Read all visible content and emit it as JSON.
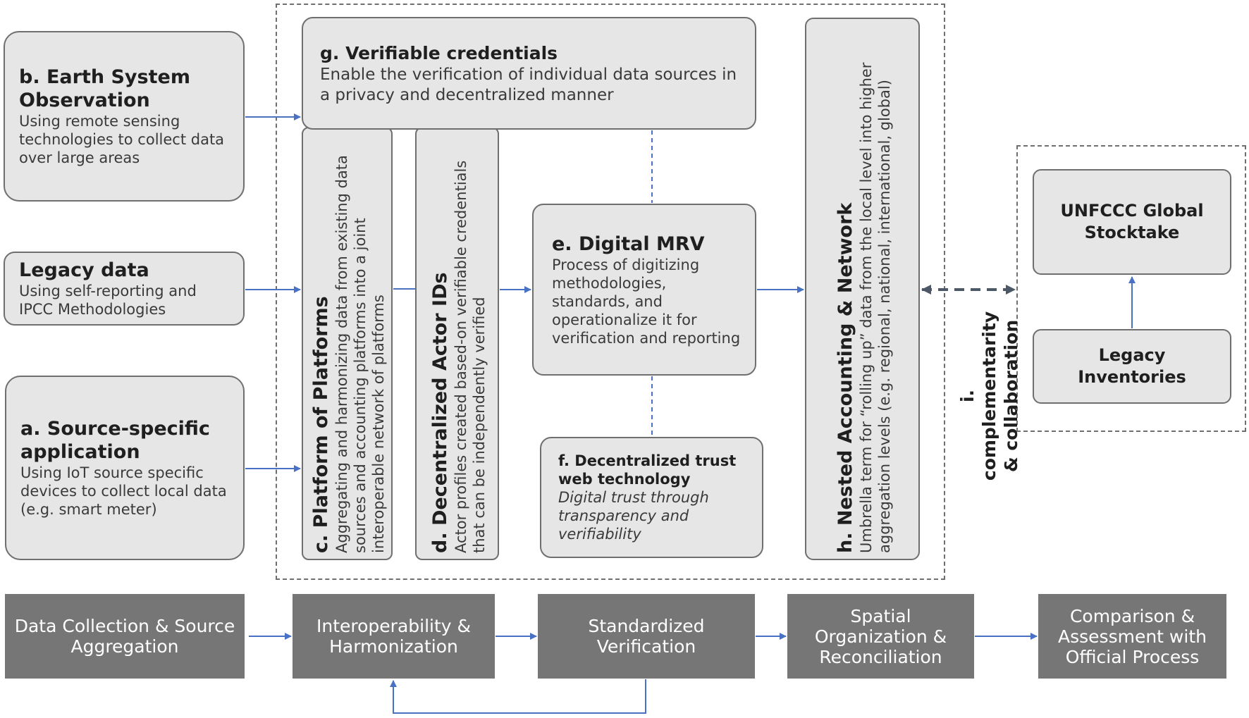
{
  "b": {
    "title": "b. Earth System Observation",
    "desc": "Using remote sensing technologies to collect data over large areas"
  },
  "legacy_data": {
    "title": "Legacy data",
    "desc": "Using self-reporting and IPCC Methodologies"
  },
  "a": {
    "title": "a. Source-specific application",
    "desc": "Using IoT source specific devices to collect local data (e.g. smart meter)"
  },
  "g": {
    "title": "g. Verifiable credentials",
    "desc": "Enable the verification of individual data sources in a privacy and decentralized manner"
  },
  "c": {
    "title": "c. Platform of Platforms",
    "desc": "Aggregating and harmonizing data from existing data sources and accounting platforms into a joint interoperable network of platforms"
  },
  "d": {
    "title": "d. Decentralized Actor IDs",
    "desc": "Actor profiles created based-on verifiable credentials that can be independently verified"
  },
  "e": {
    "title": "e. Digital MRV",
    "desc": "Process of digitizing methodologies, standards, and operationalize it for verification and reporting"
  },
  "f": {
    "title": "f. Decentralized trust web technology",
    "desc": "Digital trust through transparency and verifiability"
  },
  "h": {
    "title": "h. Nested Accounting & Network",
    "desc": "Umbrella term for “rolling up” data from the local level into higher aggregation levels (e.g. regional, national, international, global)"
  },
  "i": {
    "label": "i. complementarity & collaboration"
  },
  "unfccc": {
    "title": "UNFCCC Global Stocktake"
  },
  "legacy_inventories": {
    "title": "Legacy Inventories"
  },
  "stages": [
    "Data Collection & Source Aggregation",
    "Interoperability & Harmonization",
    "Standardized Verification",
    "Spatial Organization & Reconciliation",
    "Comparison & Assessment with Official Process"
  ],
  "colors": {
    "arrow": "#4a72c4",
    "box_fill": "#e6e6e6",
    "stage_fill": "#767676",
    "border": "#6f6f6f"
  }
}
